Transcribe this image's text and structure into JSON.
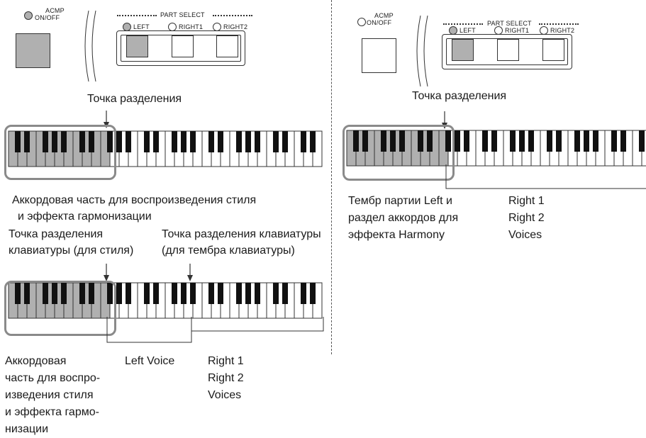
{
  "panel_left": {
    "acmp_label_1": "ACMP",
    "acmp_label_2": "ON/OFF",
    "part_select": "PART SELECT",
    "left": "LEFT",
    "right1": "RIGHT1",
    "right2": "RIGHT2"
  },
  "panel_right": {
    "acmp_label_1": "ACMP",
    "acmp_label_2": "ON/OFF",
    "part_select": "PART SELECT",
    "left": "LEFT",
    "right1": "RIGHT1",
    "right2": "RIGHT2"
  },
  "diagram1": {
    "split_point": "Точка разделения",
    "caption_line1": "Аккордовая часть для воспроизведения стиля",
    "caption_line2": "и эффекта гармонизации"
  },
  "diagram2": {
    "split_style_line1": "Точка разделения",
    "split_style_line2": "клавиатуры (для стиля)",
    "split_voice_line1": "Точка разделения клавиатуры",
    "split_voice_line2": "(для тембра клавиатуры)",
    "chord_caption": [
      "Аккордовая",
      "часть для воспро-",
      "изведения стиля",
      "и эффекта гармо-",
      "низации"
    ],
    "left_voice": "Left Voice",
    "right_voices": [
      "Right 1",
      "Right 2",
      "Voices"
    ]
  },
  "diagram3": {
    "split_point": "Точка разделения",
    "left_caption": [
      "Тембр партии Left и",
      "раздел аккордов для",
      "эффекта Harmony"
    ],
    "right_voices": [
      "Right 1",
      "Right 2",
      "Voices"
    ]
  },
  "colors": {
    "highlight_gray": "#b0b0b0",
    "line": "#333333",
    "bracket_gray": "#888888"
  }
}
